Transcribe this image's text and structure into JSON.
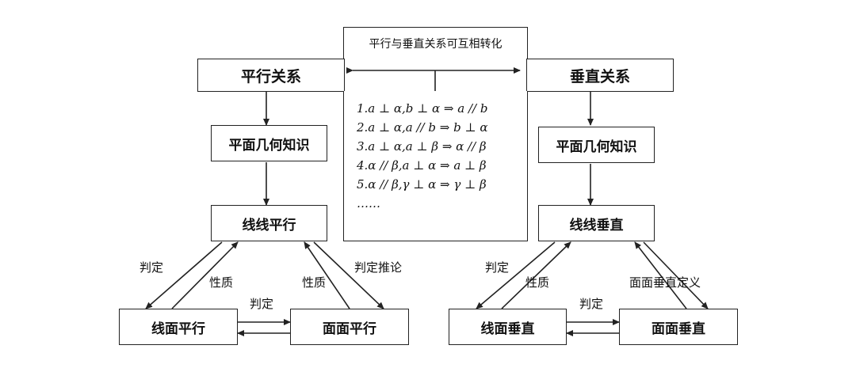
{
  "header": {
    "left_title": "平行关系",
    "right_title": "垂直关系",
    "conversion_note": "平行与垂直关系可互相转化"
  },
  "theorems": [
    "1.a ⊥ α,b ⊥ α ⇒ a // b",
    "2.a ⊥ α,a // b ⇒ b ⊥ α",
    "3.a ⊥ α,a ⊥ β ⇒ α // β",
    "4.α // β,a ⊥ α ⇒ a ⊥ β",
    "5.α // β,γ ⊥ α ⇒ γ ⊥ β",
    "……"
  ],
  "left": {
    "knowledge": "平面几何知识",
    "line_line": "线线平行",
    "line_plane": "线面平行",
    "plane_plane": "面面平行",
    "label_judge_left": "判定",
    "label_property_left": "性质",
    "label_property_right": "性质",
    "label_judge_inference": "判定推论",
    "label_judge_bottom": "判定"
  },
  "right": {
    "knowledge": "平面几何知识",
    "line_line": "线线垂直",
    "line_plane": "线面垂直",
    "plane_plane": "面面垂直",
    "label_judge_left": "判定",
    "label_property_left": "性质",
    "label_definition": "面面垂直定义",
    "label_judge_bottom": "判定"
  }
}
